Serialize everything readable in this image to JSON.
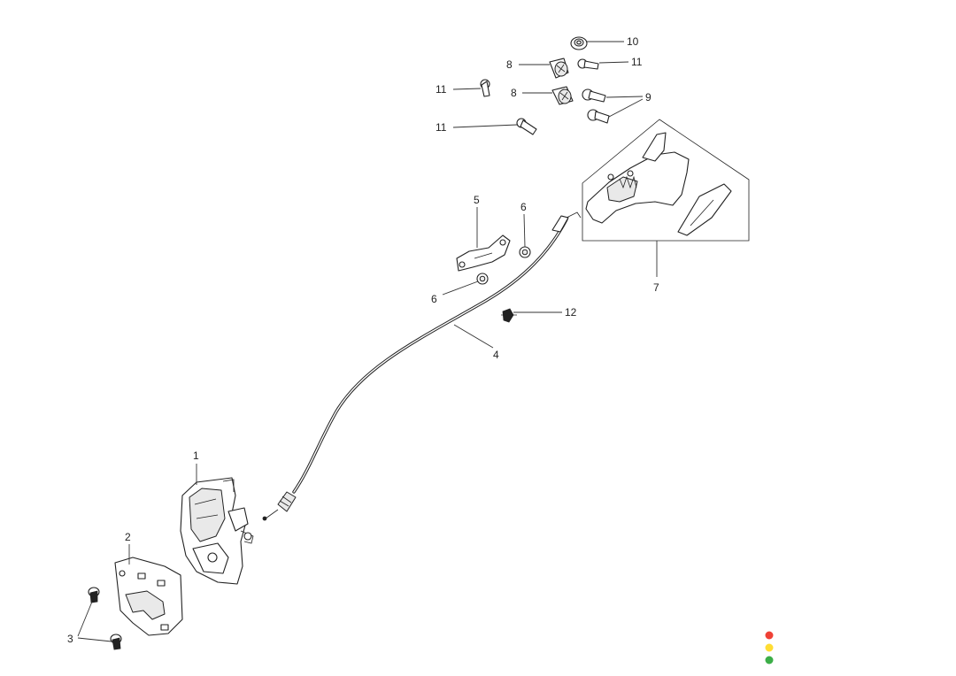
{
  "callouts": {
    "c1": "1",
    "c2": "2",
    "c3": "3",
    "c4": "4",
    "c5": "5",
    "c6a": "6",
    "c6b": "6",
    "c7": "7",
    "c8a": "8",
    "c8b": "8",
    "c9": "9",
    "c10": "10",
    "c11a": "11",
    "c11b": "11",
    "c11c": "11",
    "c12": "12"
  },
  "status_dots": {
    "red": "#ef4136",
    "yellow": "#ffdd33",
    "green": "#3cae48"
  },
  "colors": {
    "line": "#222222",
    "paper": "#ffffff"
  }
}
